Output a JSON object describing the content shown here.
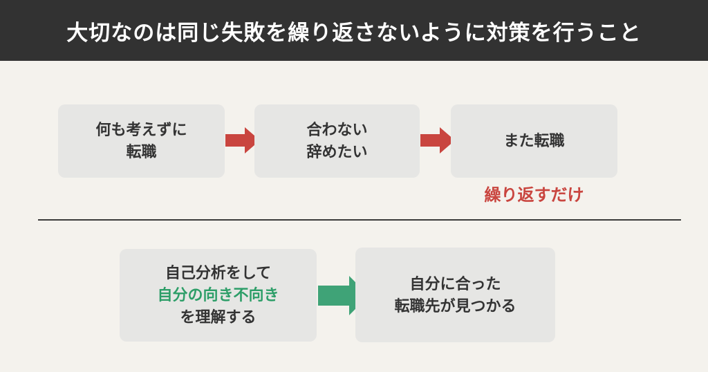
{
  "header": {
    "title": "大切なのは同じ失敗を繰り返さないように対策を行うこと"
  },
  "top_flow": {
    "box1": {
      "line1": "何も考えずに",
      "line2": "転職"
    },
    "box2": {
      "line1": "合わない",
      "line2": "辞めたい"
    },
    "box3": {
      "line1": "また転職"
    },
    "note": "繰り返すだけ",
    "arrow_icon": "red-arrow-right"
  },
  "bottom_flow": {
    "box1": {
      "line1": "自己分析をして",
      "line2": "自分の向き不向き",
      "line3": "を理解する"
    },
    "box2": {
      "line1": "自分に合った",
      "line2": "転職先が見つかる"
    },
    "arrow_icon": "green-arrow-right"
  },
  "colors": {
    "page_bg": "#F4F2ED",
    "header_bg": "#323232",
    "header_text": "#FFFFFF",
    "box_bg": "#E6E6E4",
    "text_dark": "#333333",
    "accent_red": "#C9453F",
    "accent_green": "#3FA377",
    "green_text": "#2D9E68",
    "divider": "#3A3A3A"
  }
}
